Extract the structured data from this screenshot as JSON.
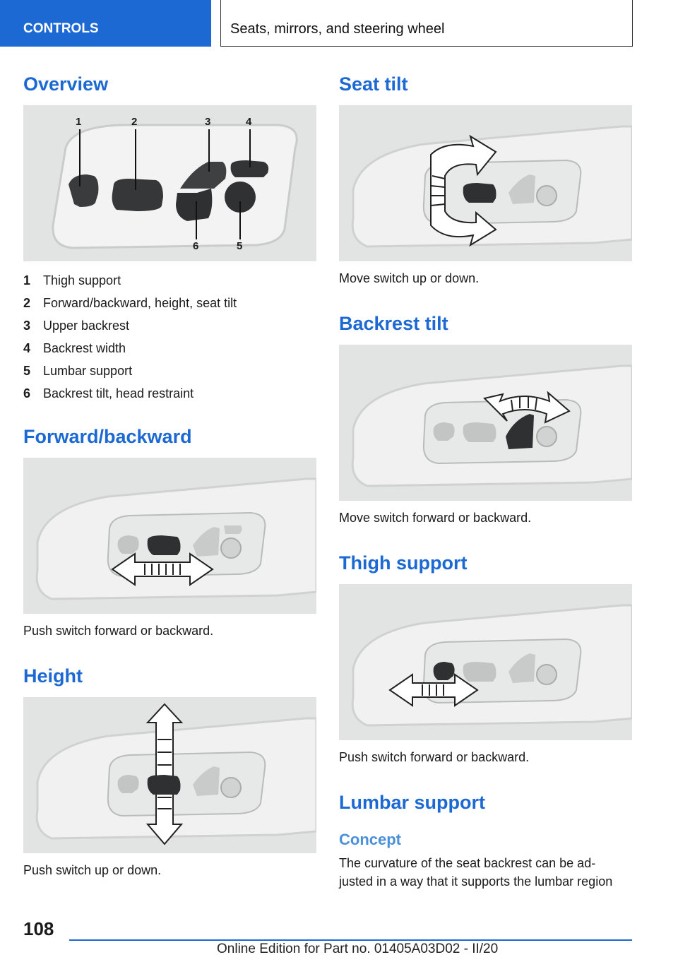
{
  "header": {
    "section": "CONTROLS",
    "title": "Seats, mirrors, and steering wheel"
  },
  "left": {
    "overview": {
      "heading": "Overview",
      "callouts": [
        "1",
        "2",
        "3",
        "4",
        "6",
        "5"
      ],
      "legend": [
        {
          "num": "1",
          "text": "Thigh support"
        },
        {
          "num": "2",
          "text": "Forward/backward, height, seat tilt"
        },
        {
          "num": "3",
          "text": "Upper backrest"
        },
        {
          "num": "4",
          "text": "Backrest width"
        },
        {
          "num": "5",
          "text": "Lumbar support"
        },
        {
          "num": "6",
          "text": "Backrest tilt, head restraint"
        }
      ]
    },
    "forward_backward": {
      "heading": "Forward/backward",
      "text": "Push switch forward or backward."
    },
    "height": {
      "heading": "Height",
      "text": "Push switch up or down."
    }
  },
  "right": {
    "seat_tilt": {
      "heading": "Seat tilt",
      "text": "Move switch up or down."
    },
    "backrest_tilt": {
      "heading": "Backrest tilt",
      "text": "Move switch forward or backward."
    },
    "thigh_support": {
      "heading": "Thigh support",
      "text": "Push switch forward or backward."
    },
    "lumbar_support": {
      "heading": "Lumbar support",
      "subheading": "Concept",
      "text_line1": "The curvature of the seat backrest can be ad-",
      "text_line2": "justed in a way that it supports the lumbar region"
    }
  },
  "footer": {
    "page_number": "108",
    "edition": "Online Edition for Part no. 01405A03D02 - II/20"
  },
  "colors": {
    "accent": "#1c69d4",
    "subheading": "#4a90d9"
  }
}
